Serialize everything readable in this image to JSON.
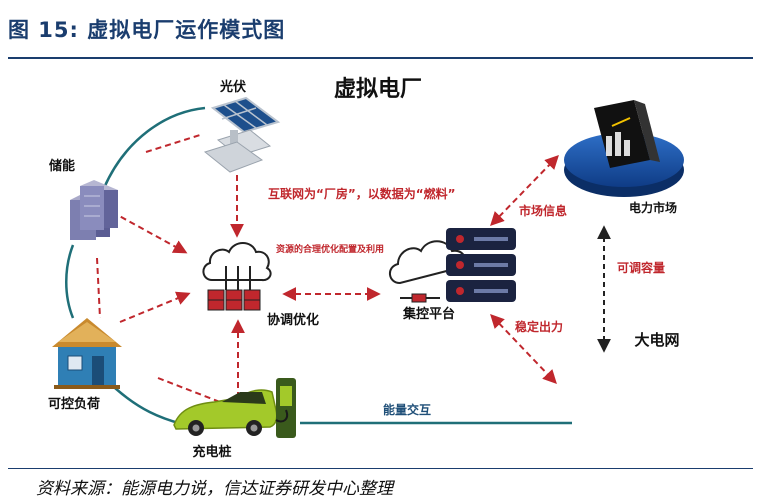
{
  "figure_title": "图 15:  虚拟电厂运作模式图",
  "diagram": {
    "main_title": "虚拟电厂",
    "nodes": {
      "solar": "光伏",
      "storage": "储能",
      "load": "可控负荷",
      "charger": "充电桩",
      "coordinator": "协调优化",
      "platform": "集控平台",
      "market": "电力市场",
      "grid": "大电网"
    },
    "annotations": {
      "internet": "互联网为“厂房”，以数据为“燃料”",
      "resource": "资源的合理优化配置及利用",
      "market_info": "市场信息",
      "capacity": "可调容量",
      "stable_output": "稳定出力",
      "energy_exchange": "能量交互"
    }
  },
  "source": "资料来源：能源电力说，信达证券研发中心整理",
  "colors": {
    "title": "#1a3d6e",
    "accent_red": "#c0272d",
    "line_teal": "#1f6f78",
    "server_navy": "#1b2340"
  }
}
